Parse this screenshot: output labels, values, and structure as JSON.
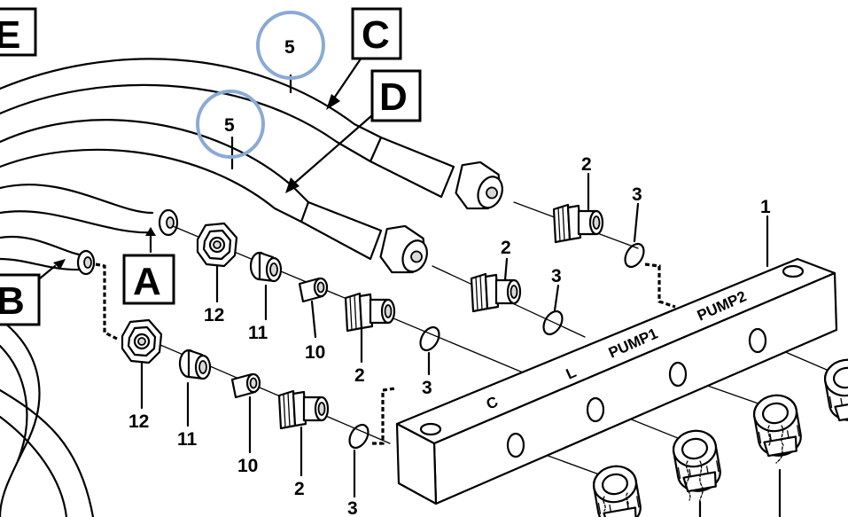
{
  "diagram": {
    "views": {
      "a": "A",
      "b": "B",
      "c": "C",
      "d": "D",
      "e": "E"
    },
    "item_numbers": {
      "n1": "1",
      "n2a": "2",
      "n2b": "2",
      "n2c": "2",
      "n2d": "2",
      "n3a": "3",
      "n3b": "3",
      "n3c": "3",
      "n3d": "3",
      "n5a": "5",
      "n5b": "5",
      "n10a": "10",
      "n10b": "10",
      "n11a": "11",
      "n11b": "11",
      "n12a": "12",
      "n12b": "12"
    },
    "block_markings": {
      "c": "C",
      "l": "L",
      "pump1": "PUMP1",
      "pump2": "PUMP2"
    },
    "highlight_color": "#8aaad6"
  }
}
